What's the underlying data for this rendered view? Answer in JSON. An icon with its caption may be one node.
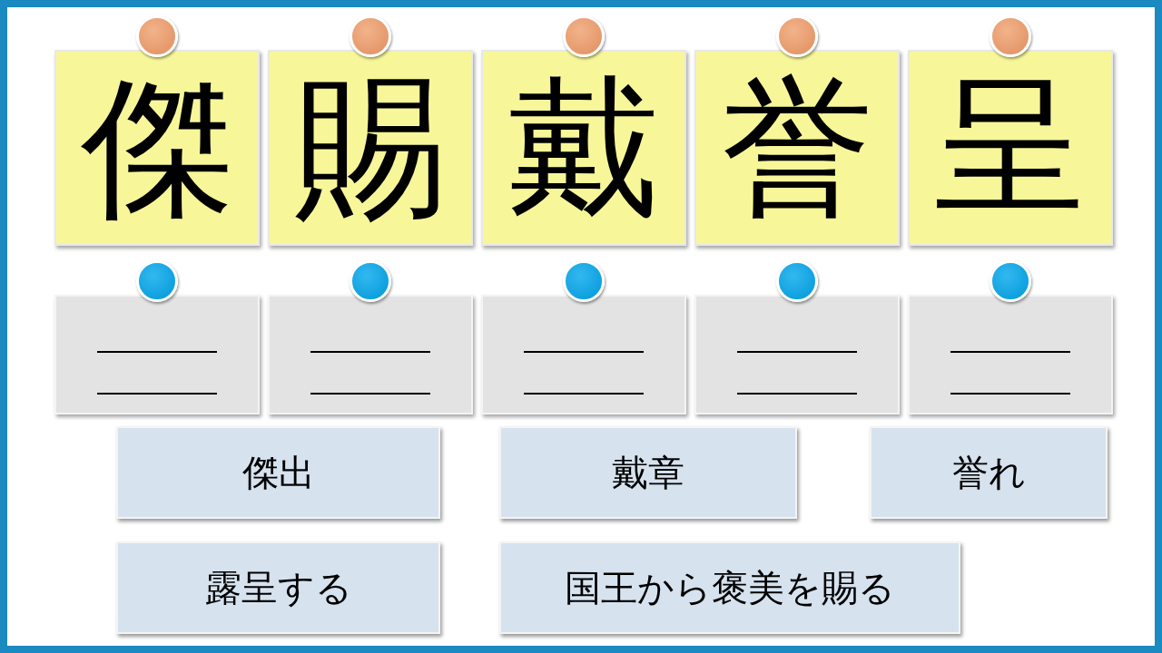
{
  "diagram": {
    "nodes": [
      {
        "text": [
          "傑"
        ]
      },
      {
        "text": [
          "賜"
        ]
      },
      {
        "text": [
          "戴"
        ]
      },
      {
        "text": [
          "誉"
        ]
      },
      {
        "text": [
          "呈"
        ]
      },
      {
        "text": [],
        "shape": "box"
      },
      {
        "text": [],
        "shape": "box"
      },
      {
        "text": [],
        "shape": "box"
      },
      {
        "text": [],
        "shape": "box"
      },
      {
        "text": [],
        "shape": "box"
      },
      {
        "text": [
          "傑出"
        ]
      },
      {
        "text": [
          "戴章"
        ]
      },
      {
        "text": [
          "誉れ"
        ]
      },
      {
        "text": [
          "露呈する"
        ]
      },
      {
        "text": [
          "国王から褒美を賜る"
        ]
      }
    ]
  }
}
